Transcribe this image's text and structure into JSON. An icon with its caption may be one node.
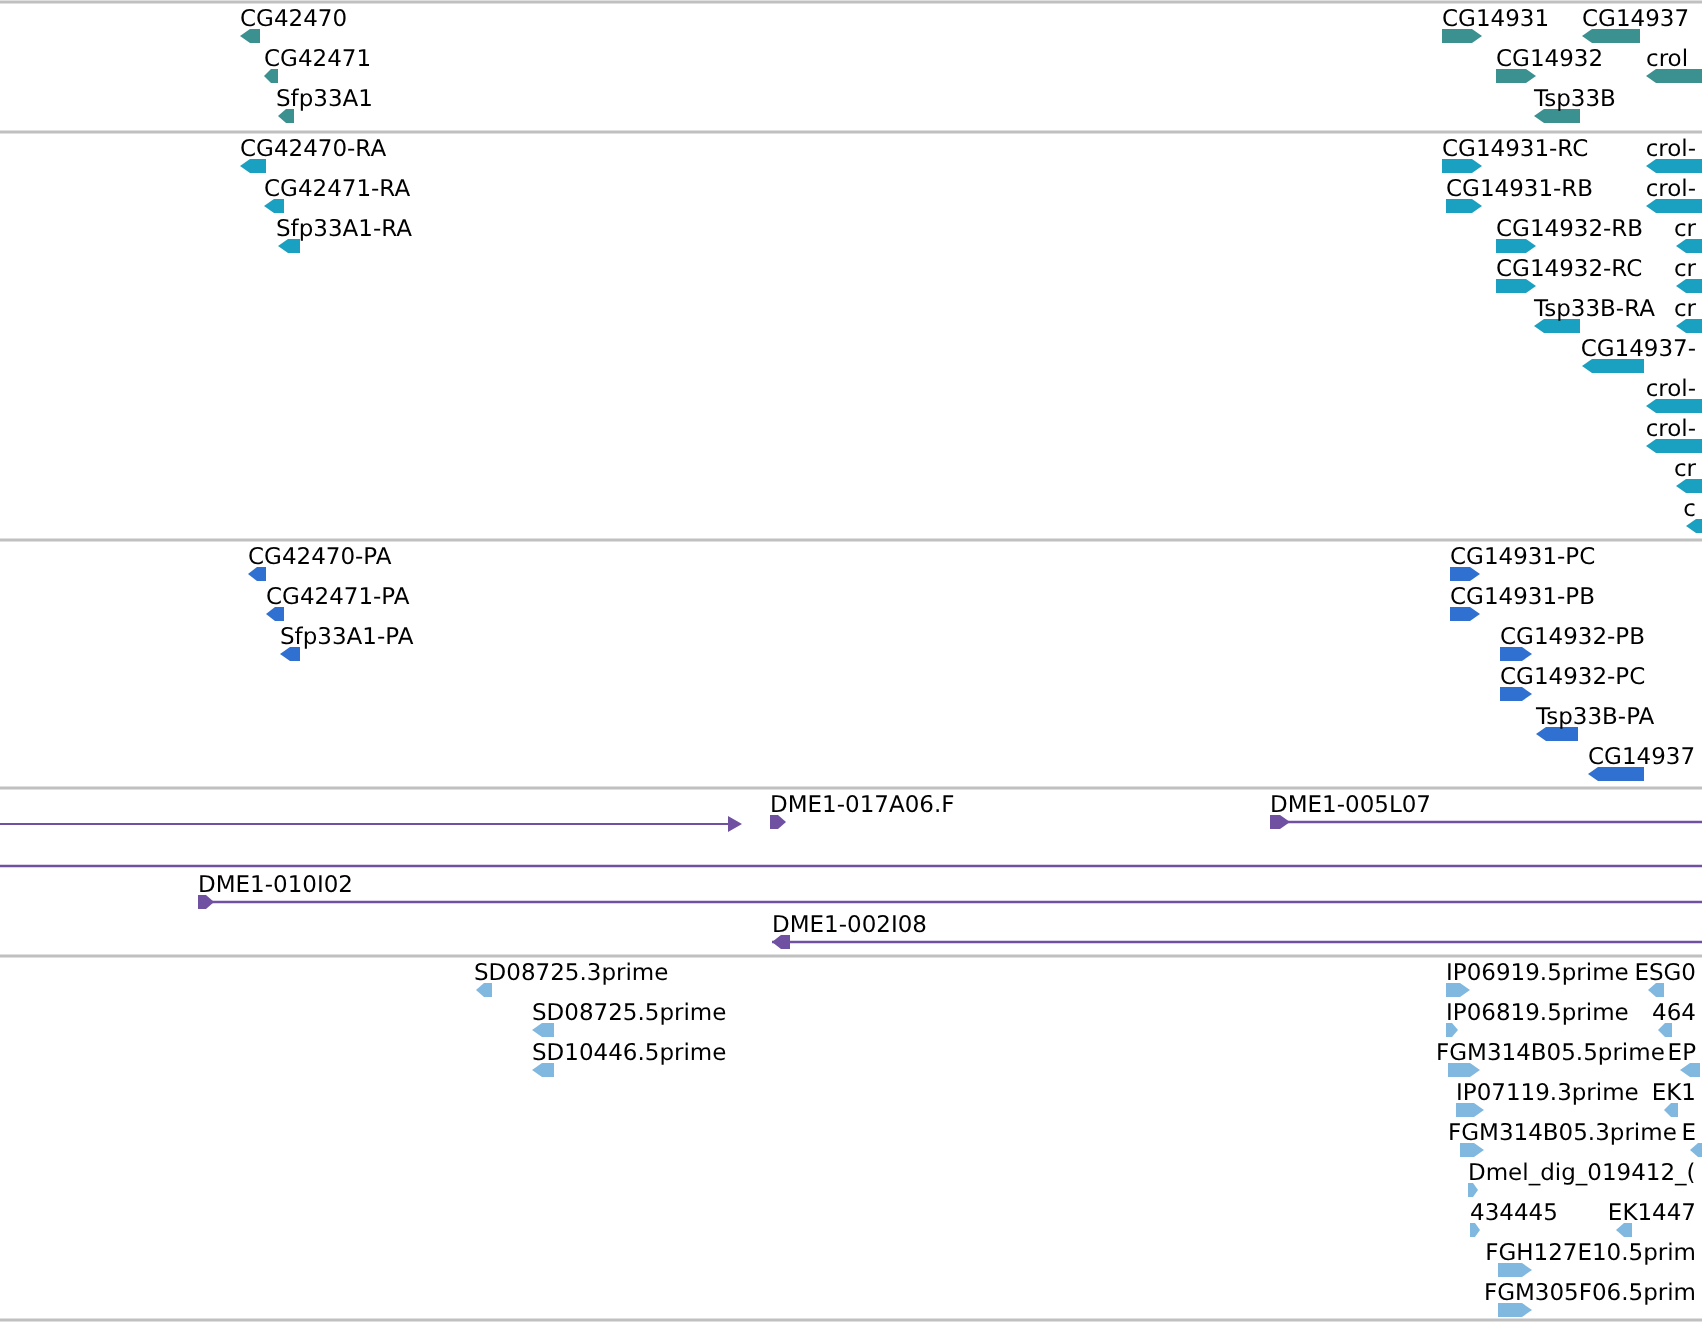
{
  "diagram": {
    "labels": [
      "CG42470",
      "CG14931",
      "CG14937",
      "CG42471",
      "CG14932",
      "crol",
      "Sfp33A1",
      "Tsp33B",
      "CG42470-RA",
      "CG14931-RC",
      "crol-",
      "CG42471-RA",
      "CG14931-RB",
      "crol-",
      "Sfp33A1-RA",
      "CG14932-RB",
      "cr",
      "CG14932-RC",
      "cr",
      "Tsp33B-RA",
      "cr",
      "CG14937-",
      "crol-",
      "crol-",
      "cr",
      "c",
      "CG42470-PA",
      "CG14931-PC",
      "CG42471-PA",
      "CG14931-PB",
      "Sfp33A1-PA",
      "CG14932-PB",
      "CG14932-PC",
      "Tsp33B-PA",
      "CG14937",
      "DME1-017A06.F",
      "DME1-005L07",
      "DME1-010I02",
      "DME1-002I08",
      "SD08725.3prime",
      "IP06919.5prime",
      "ESG0",
      "SD08725.5prime",
      "IP06819.5prime",
      "464",
      "SD10446.5prime",
      "FGM314B05.5prime",
      "EP",
      "IP07119.3prime",
      "EK1",
      "FGM314B05.3prime",
      "E",
      "Dmel_dig_019412_(",
      "434445",
      "EK1447",
      "FGH127E10.5prim",
      "FGM305F06.5prim"
    ]
  }
}
